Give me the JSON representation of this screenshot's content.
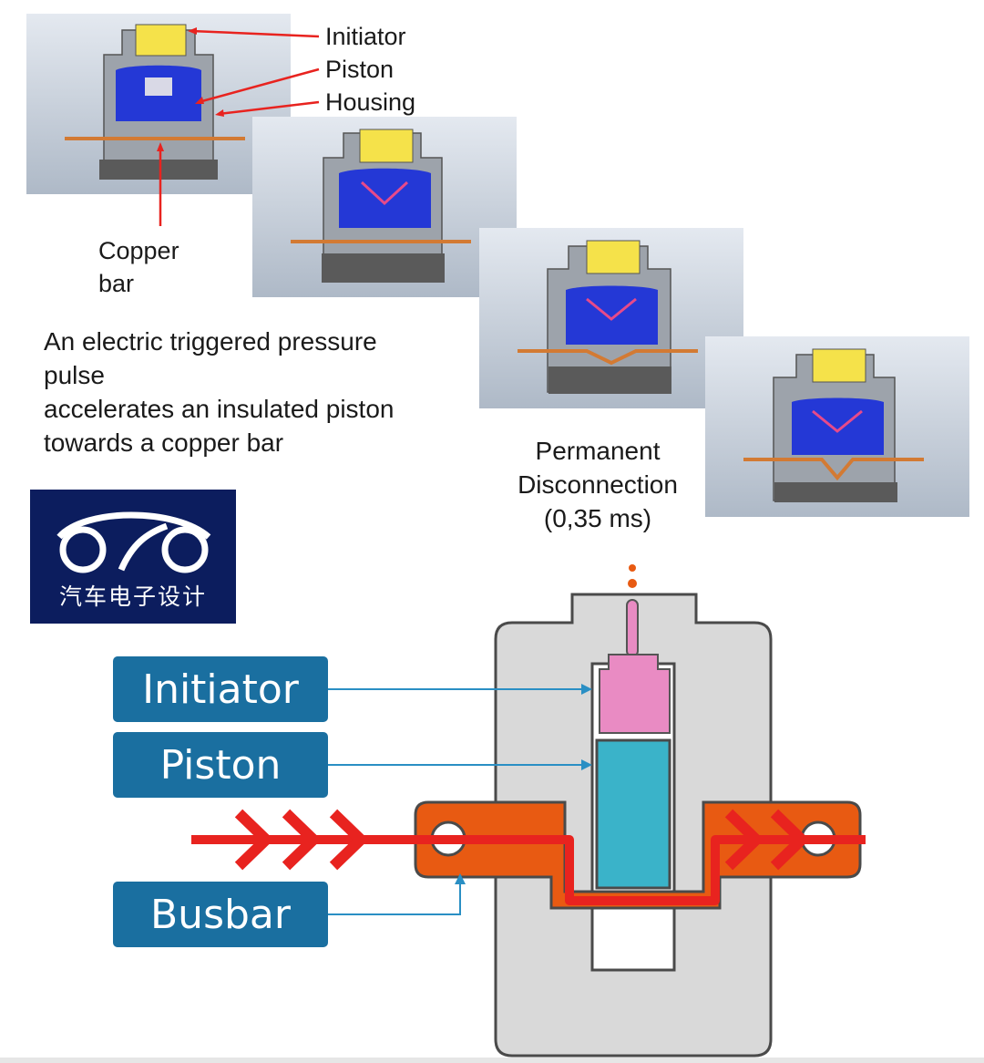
{
  "top_labels": {
    "initiator": "Initiator",
    "piston": "Piston",
    "housing": "Housing",
    "copper_bar_line1": "Copper",
    "copper_bar_line2": "bar"
  },
  "description": {
    "line1": "An electric triggered pressure",
    "line2": "pulse",
    "line3": "accelerates an insulated piston",
    "line4": "towards a copper bar"
  },
  "result": {
    "line1": "Permanent",
    "line2": "Disconnection",
    "line3": "(0,35 ms)"
  },
  "logo": {
    "text": "汽车电子设计"
  },
  "callouts": {
    "initiator": "Initiator",
    "piston": "Piston",
    "busbar": "Busbar"
  },
  "colors": {
    "callout_bg": "#1a6fa0",
    "logo_bg": "#0c1d5e",
    "arrow_red": "#e8231f",
    "busbar_orange": "#e85a12",
    "initiator_pink": "#e98bc3",
    "piston_teal": "#3ab3c9",
    "housing_gray": "#d9d9d9",
    "leader_blue": "#2a8fc4"
  }
}
